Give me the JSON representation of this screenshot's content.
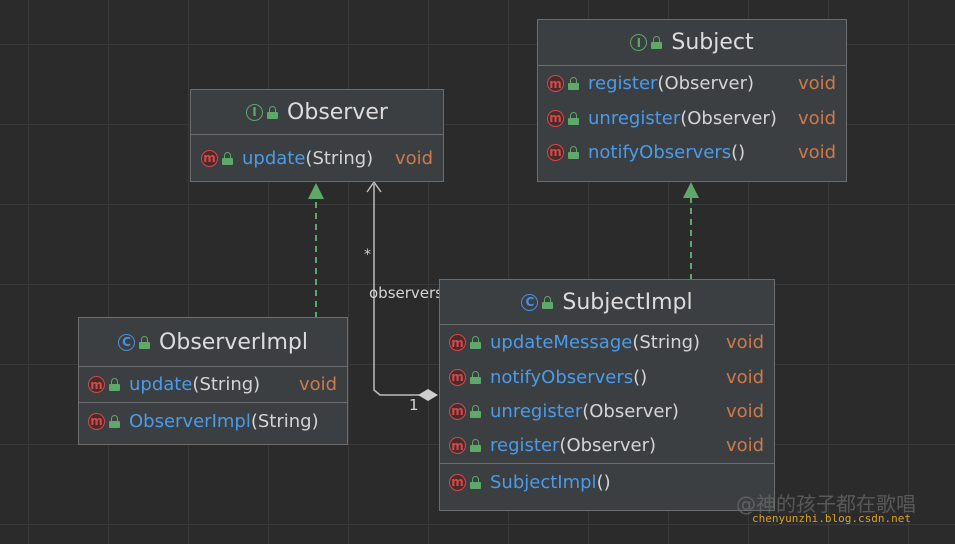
{
  "diagram": {
    "observer": {
      "name": "Observer",
      "methods": [
        {
          "name": "update",
          "params": "(String)",
          "returns": "void"
        }
      ]
    },
    "subject": {
      "name": "Subject",
      "methods": [
        {
          "name": "register",
          "params": "(Observer)",
          "returns": "void"
        },
        {
          "name": "unregister",
          "params": "(Observer)",
          "returns": "void"
        },
        {
          "name": "notifyObservers",
          "params": "()",
          "returns": "void"
        }
      ]
    },
    "observer_impl": {
      "name": "ObserverImpl",
      "methods": [
        {
          "name": "update",
          "params": "(String)",
          "returns": "void"
        }
      ],
      "constructors": [
        {
          "name": "ObserverImpl",
          "params": "(String)"
        }
      ]
    },
    "subject_impl": {
      "name": "SubjectImpl",
      "methods": [
        {
          "name": "updateMessage",
          "params": "(String)",
          "returns": "void"
        },
        {
          "name": "notifyObservers",
          "params": "()",
          "returns": "void"
        },
        {
          "name": "unregister",
          "params": "(Observer)",
          "returns": "void"
        },
        {
          "name": "register",
          "params": "(Observer)",
          "returns": "void"
        }
      ],
      "constructors": [
        {
          "name": "SubjectImpl",
          "params": "()"
        }
      ]
    },
    "association": {
      "role": "observers",
      "multiplicity_target": "*",
      "multiplicity_source": "1"
    },
    "badges": {
      "interface": "I",
      "class": "C",
      "method": "m"
    }
  },
  "watermark": {
    "line1": "@神的孩子都在歌唱",
    "line2": "chenyunzhi.blog.csdn.net"
  }
}
